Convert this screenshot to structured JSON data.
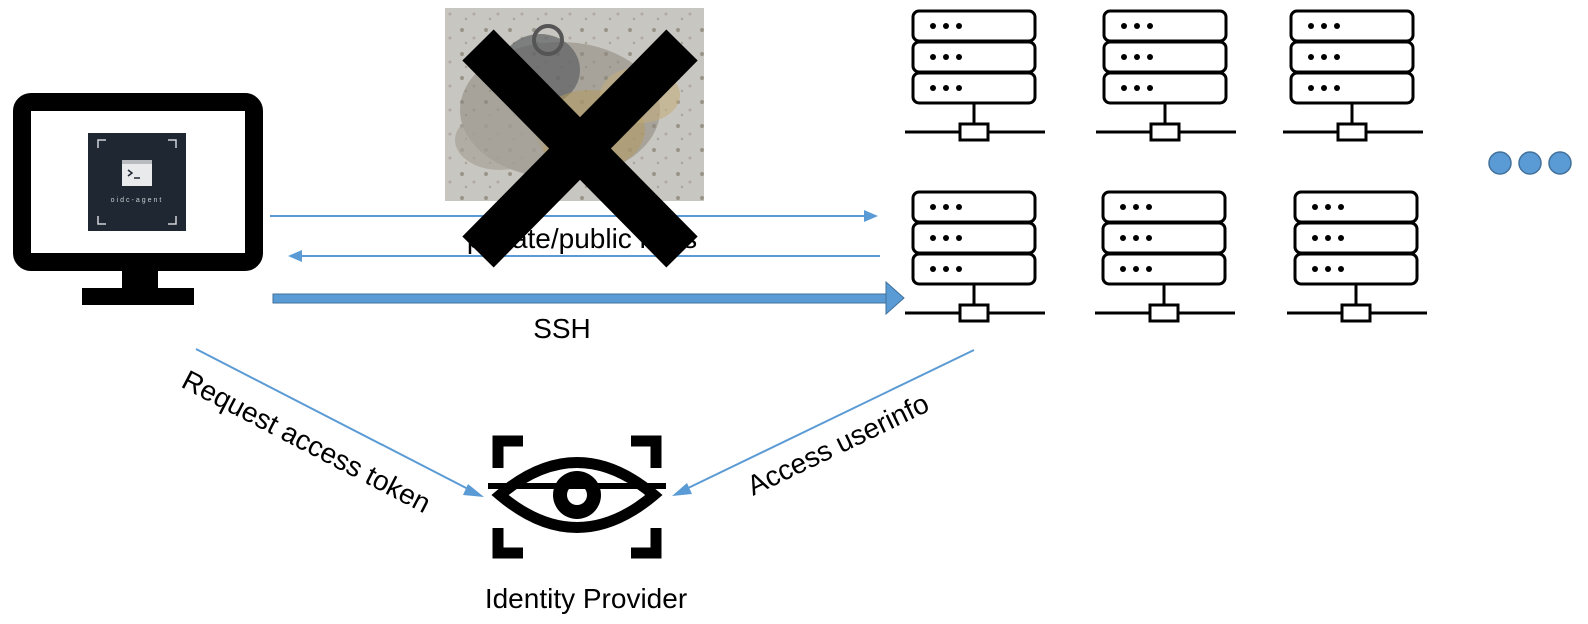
{
  "labels": {
    "keys_exchange": "private/public keys",
    "ssh": "SSH",
    "request_token": "Request access token",
    "access_userinfo": "Access userinfo",
    "identity_provider": "Identity Provider",
    "agent_name": "oidc-agent"
  },
  "colors": {
    "arrow": "#5b9bd5",
    "arrow_dark": "#41719c",
    "icon": "#000000",
    "ellipsis": "#5b9bd5",
    "agent_bg": "#1f2732"
  },
  "icons": {
    "client": "monitor-icon",
    "agent_logo": "terminal-icon",
    "keys_photo": "keys-photo",
    "crossed_out": "cross-mark-icon",
    "servers": "server-icon",
    "more": "ellipsis-icon",
    "identity_provider": "eye-scan-icon"
  }
}
